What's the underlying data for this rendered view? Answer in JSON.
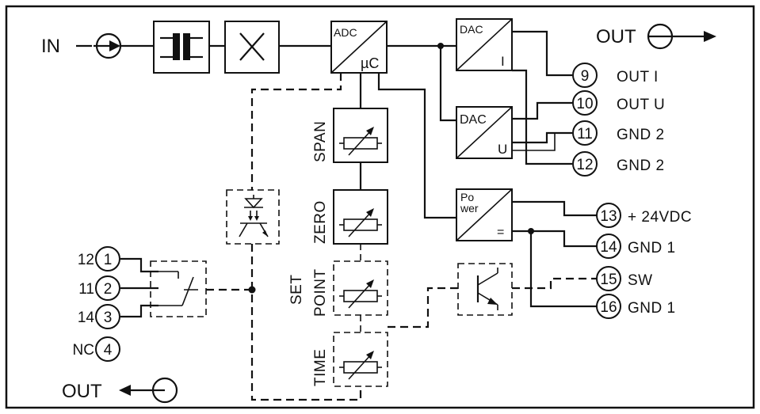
{
  "labels": {
    "in": "IN",
    "out_top": "OUT",
    "out_bottom": "OUT",
    "adc": "ADC",
    "uc": "µC",
    "dac1": "DAC",
    "dac1_out": "I",
    "dac2": "DAC",
    "dac2_out": "U",
    "power_1": "Po",
    "power_2": "wer",
    "power_out": "=",
    "span": "SPAN",
    "zero": "ZERO",
    "set": "SET",
    "point": "POINT",
    "time": "TIME"
  },
  "right_terminals": [
    {
      "num": "9",
      "label": "OUT I"
    },
    {
      "num": "10",
      "label": "OUT U"
    },
    {
      "num": "11",
      "label": "GND 2"
    },
    {
      "num": "12",
      "label": "GND 2"
    },
    {
      "num": "13",
      "label": "+ 24VDC"
    },
    {
      "num": "14",
      "label": "GND 1"
    },
    {
      "num": "15",
      "label": "SW"
    },
    {
      "num": "16",
      "label": "GND 1"
    }
  ],
  "left_terminals": [
    {
      "num": "1",
      "label": "12"
    },
    {
      "num": "2",
      "label": "11"
    },
    {
      "num": "3",
      "label": "14"
    },
    {
      "num": "4",
      "label": "NC"
    }
  ]
}
